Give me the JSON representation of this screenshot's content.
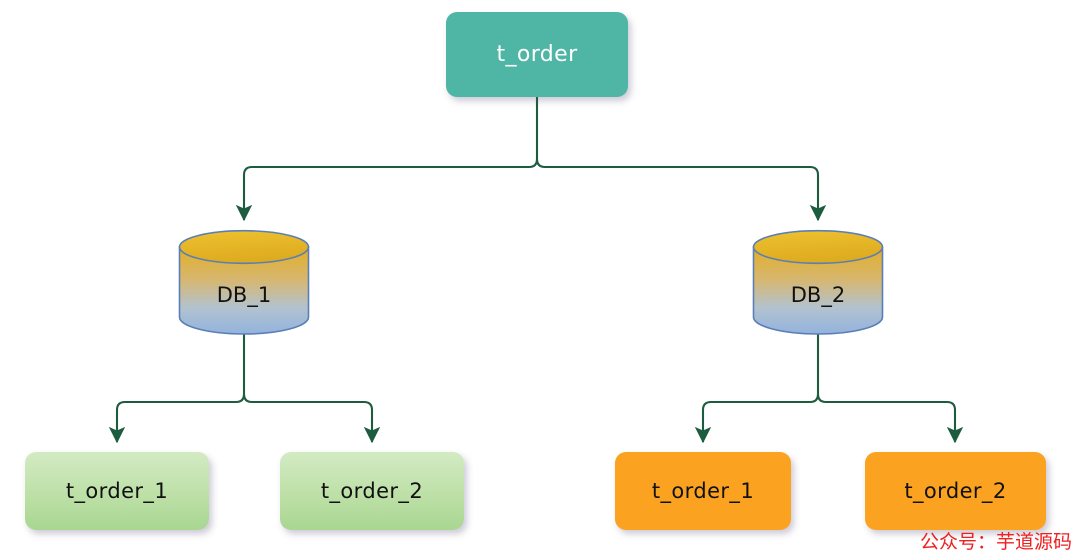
{
  "diagram": {
    "type": "sharding-tree",
    "background": "#ffffff",
    "connector_color": "#1d5c3f",
    "root": {
      "label": "t_order",
      "shape": "rounded-rectangle",
      "fill": "#4fb6a5",
      "text_color": "#ffffff"
    },
    "databases": [
      {
        "label": "DB_1",
        "shape": "cylinder",
        "fill_top": "#e8b526",
        "fill_bottom": "#9cb6dd",
        "stroke": "#5b7fb5",
        "text_color": "#111111"
      },
      {
        "label": "DB_2",
        "shape": "cylinder",
        "fill_top": "#e8b526",
        "fill_bottom": "#9cb6dd",
        "stroke": "#5b7fb5",
        "text_color": "#111111"
      }
    ],
    "tables": [
      {
        "label": "t_order_1",
        "shape": "rounded-rectangle",
        "fill": "#bde0a7",
        "text_color": "#111111",
        "parent": "DB_1"
      },
      {
        "label": "t_order_2",
        "shape": "rounded-rectangle",
        "fill": "#bde0a7",
        "text_color": "#111111",
        "parent": "DB_1"
      },
      {
        "label": "t_order_1",
        "shape": "rounded-rectangle",
        "fill": "#fba220",
        "text_color": "#111111",
        "parent": "DB_2"
      },
      {
        "label": "t_order_2",
        "shape": "rounded-rectangle",
        "fill": "#fba220",
        "text_color": "#111111",
        "parent": "DB_2"
      }
    ],
    "edges": [
      {
        "from": "t_order",
        "to": "DB_1"
      },
      {
        "from": "t_order",
        "to": "DB_2"
      },
      {
        "from": "DB_1",
        "to": "t_order_1"
      },
      {
        "from": "DB_1",
        "to": "t_order_2"
      },
      {
        "from": "DB_2",
        "to": "t_order_1"
      },
      {
        "from": "DB_2",
        "to": "t_order_2"
      }
    ]
  },
  "watermark": {
    "text": "公众号：芋道源码",
    "color": "#ef2020"
  }
}
